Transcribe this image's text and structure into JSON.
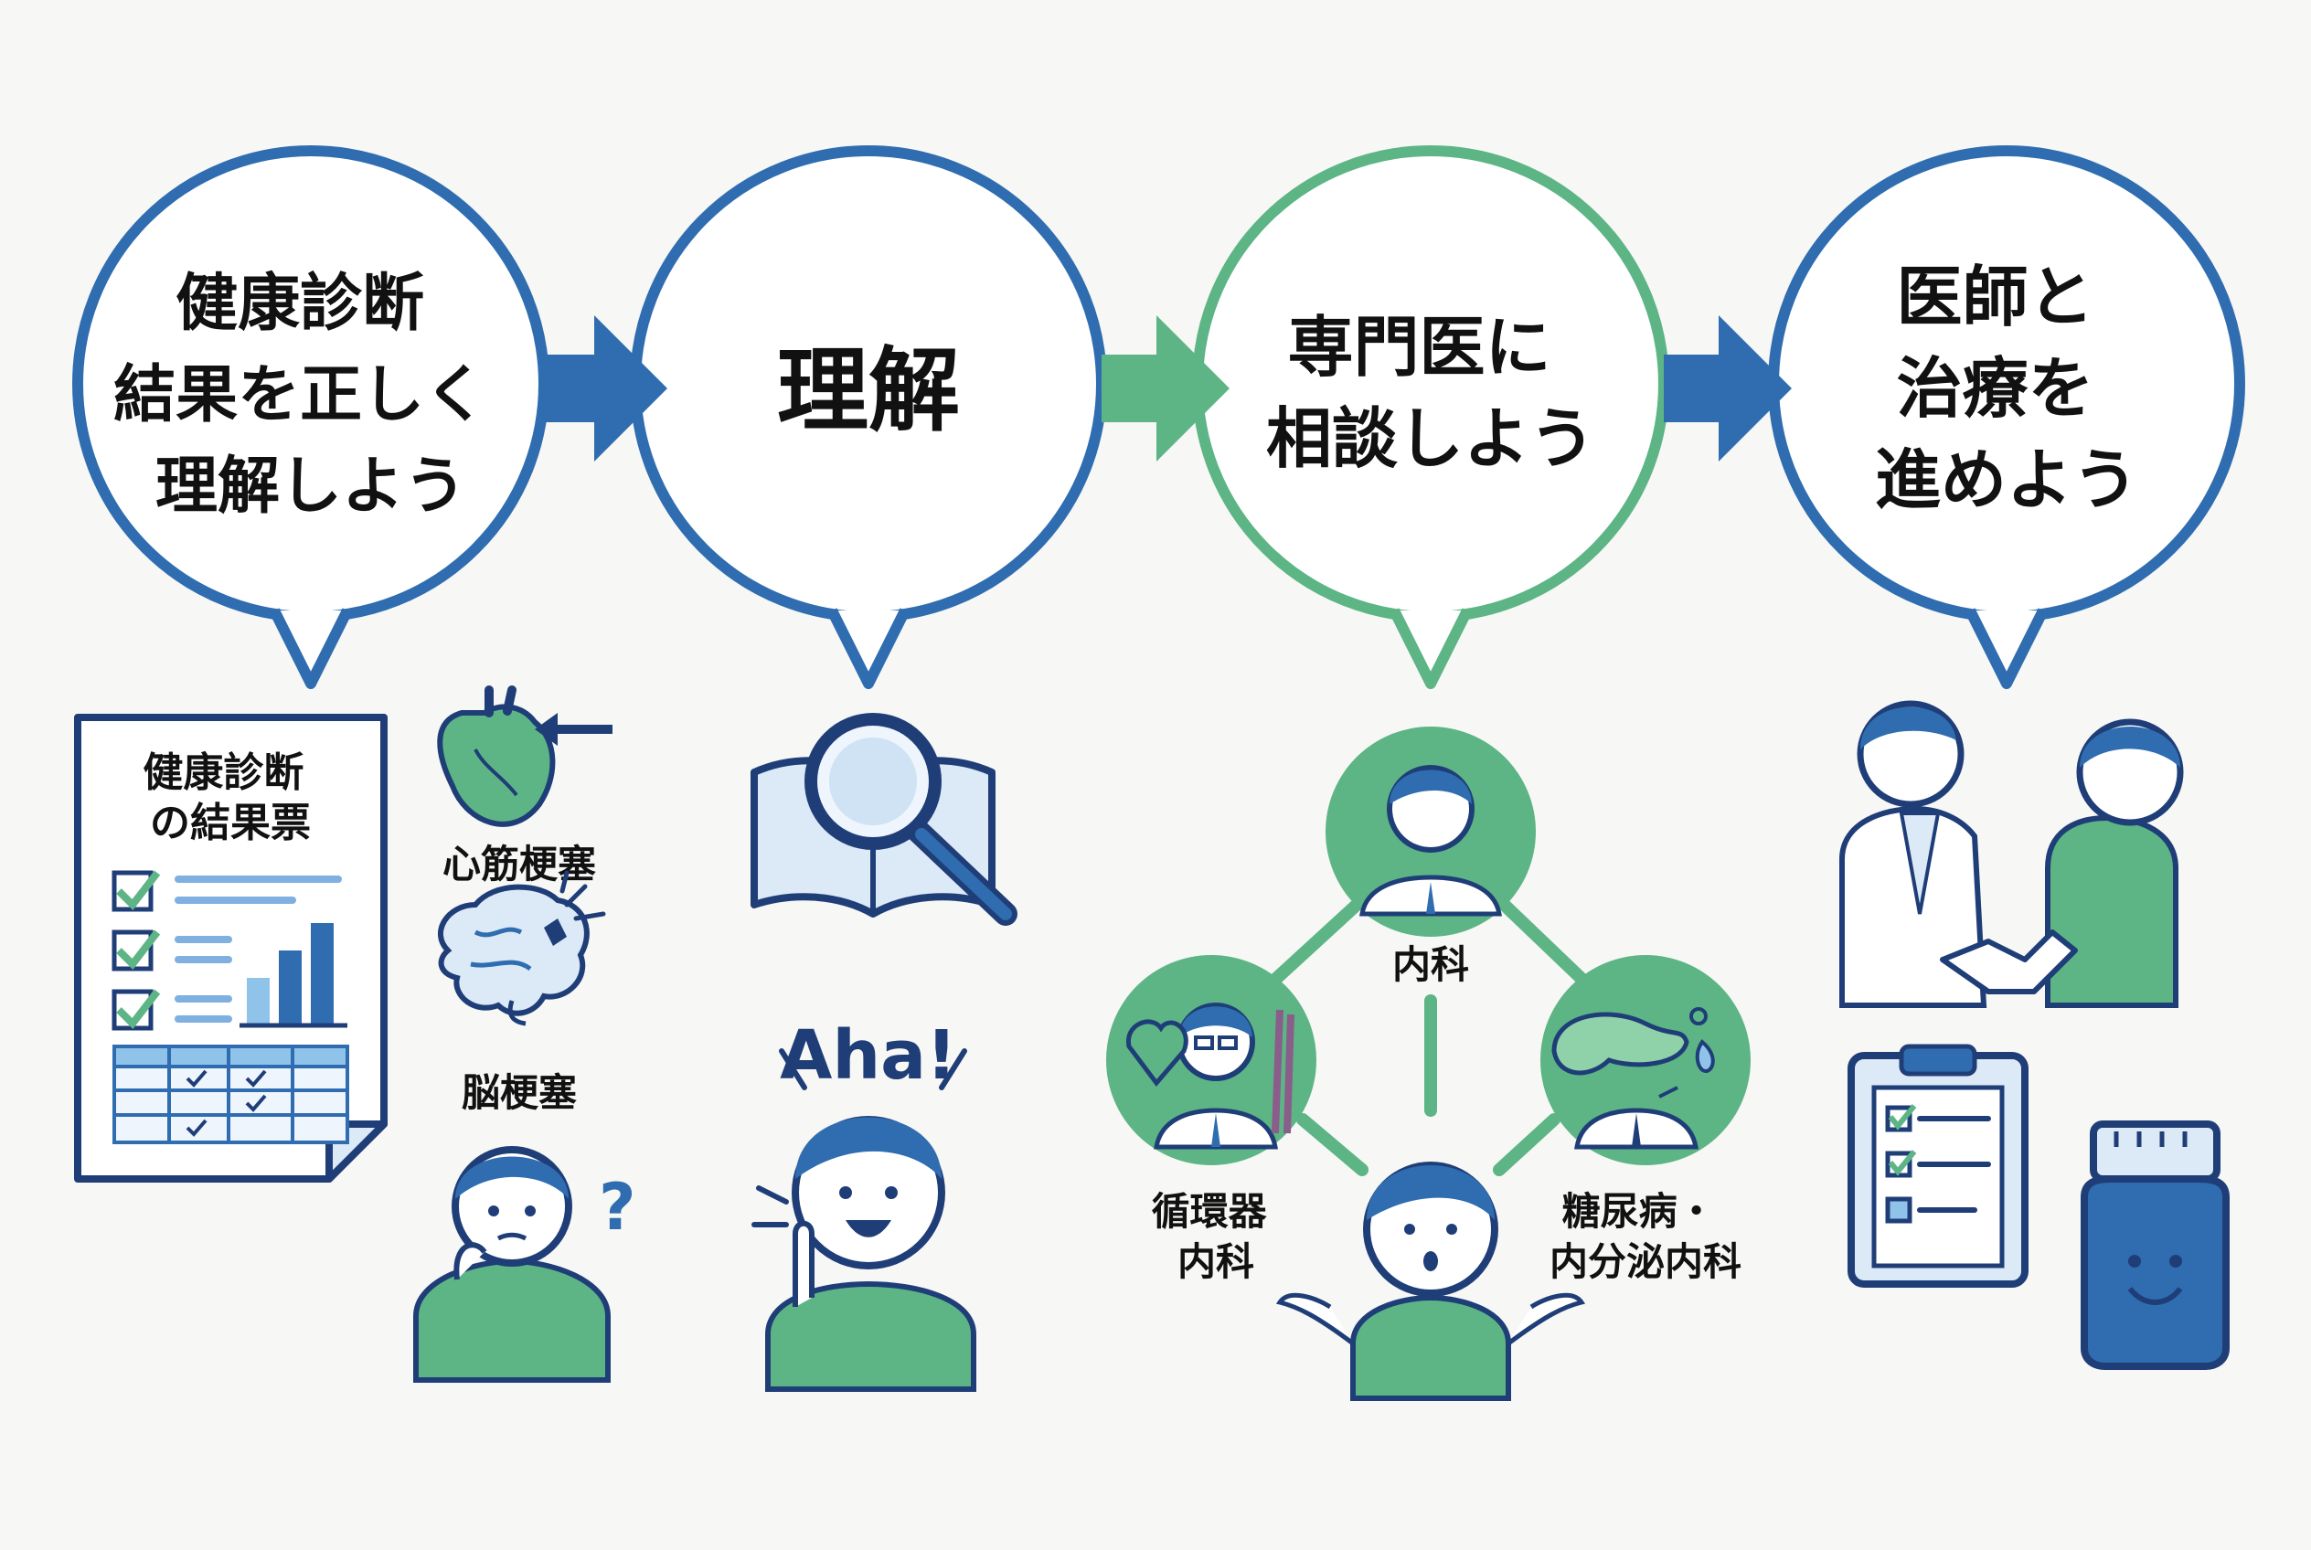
{
  "steps": [
    {
      "lines": [
        "健康診断",
        "結果を正しく",
        "理解しよう"
      ],
      "accent": "#2f6db0"
    },
    {
      "lines": [
        "理解"
      ],
      "accent": "#2f6db0"
    },
    {
      "lines": [
        "専門医に",
        "相談しよう"
      ],
      "accent": "#5db585"
    },
    {
      "lines": [
        "医師と",
        "治療を",
        "進めよう"
      ],
      "accent": "#2f6db0"
    }
  ],
  "report": {
    "title_lines": [
      "健康診断",
      "の結果票"
    ]
  },
  "conditions": {
    "heart": "心筋梗塞",
    "brain": "脳梗塞"
  },
  "exclamation": "Aha!",
  "specialists": {
    "internal": "内科",
    "cardio_lines": [
      "循環器",
      "内科"
    ],
    "diabetes_lines": [
      "糖尿病・",
      "内分泌内科"
    ]
  },
  "colors": {
    "blue": "#2f6db0",
    "green": "#5db585",
    "light_green": "#8fd1a8",
    "light_blue": "#dce9f7"
  },
  "icons": [
    "document-icon",
    "heart-icon",
    "brain-icon",
    "magnifier-icon",
    "book-icon",
    "doctor-icon",
    "handshake-icon",
    "clipboard-icon",
    "medicine-bottle-icon"
  ]
}
